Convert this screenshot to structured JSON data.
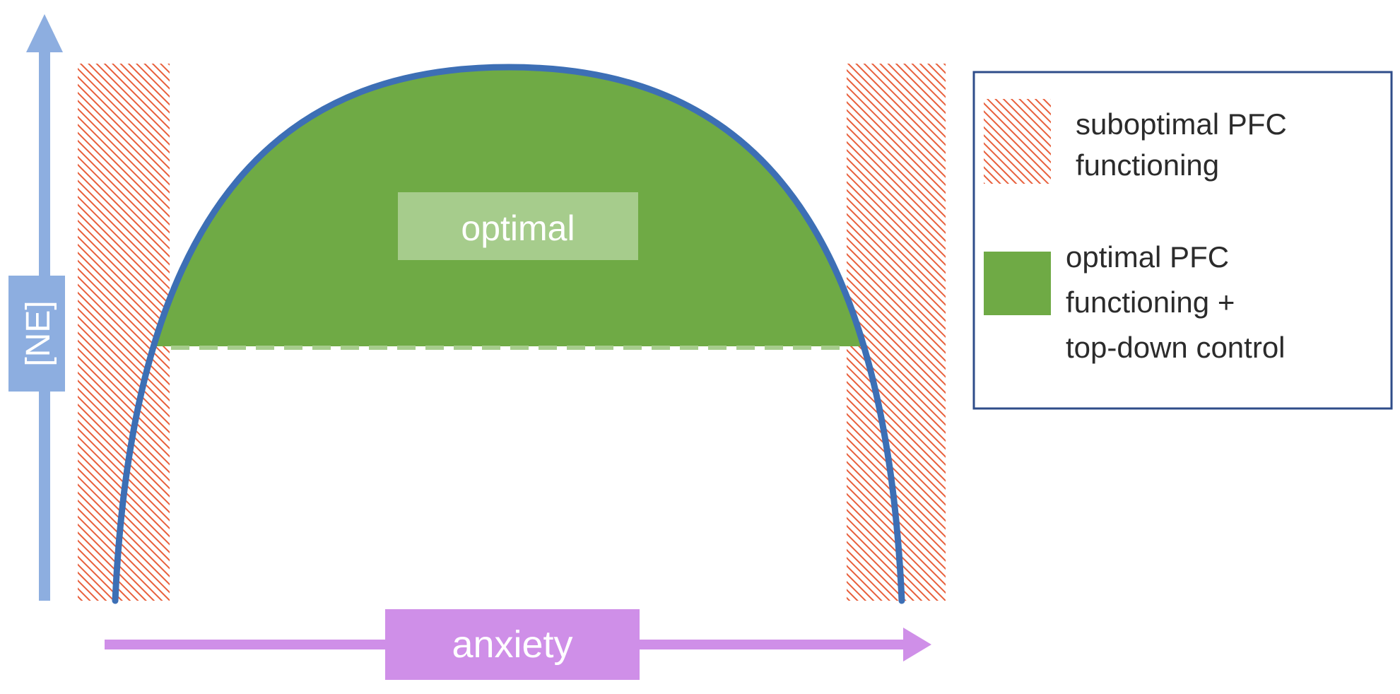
{
  "diagram": {
    "center_label": "optimal",
    "y_axis_label": "[NE]",
    "x_axis_label": "anxiety"
  },
  "legend": {
    "items": [
      {
        "label_lines": [
          "suboptimal PFC",
          "functioning"
        ]
      },
      {
        "label_lines": [
          "optimal PFC",
          "functioning +",
          "top-down control"
        ]
      }
    ]
  },
  "colors": {
    "curve": "#3d6fb5",
    "optimal_fill": "#6faa45",
    "optimal_label_bg": "#a6cc8c",
    "hatch": "#e8603c",
    "y_axis": "#8daee0",
    "x_axis": "#cf8fe8",
    "legend_border": "#2f4d8a",
    "text": "#2b2b2b",
    "label_text": "#ffffff"
  }
}
